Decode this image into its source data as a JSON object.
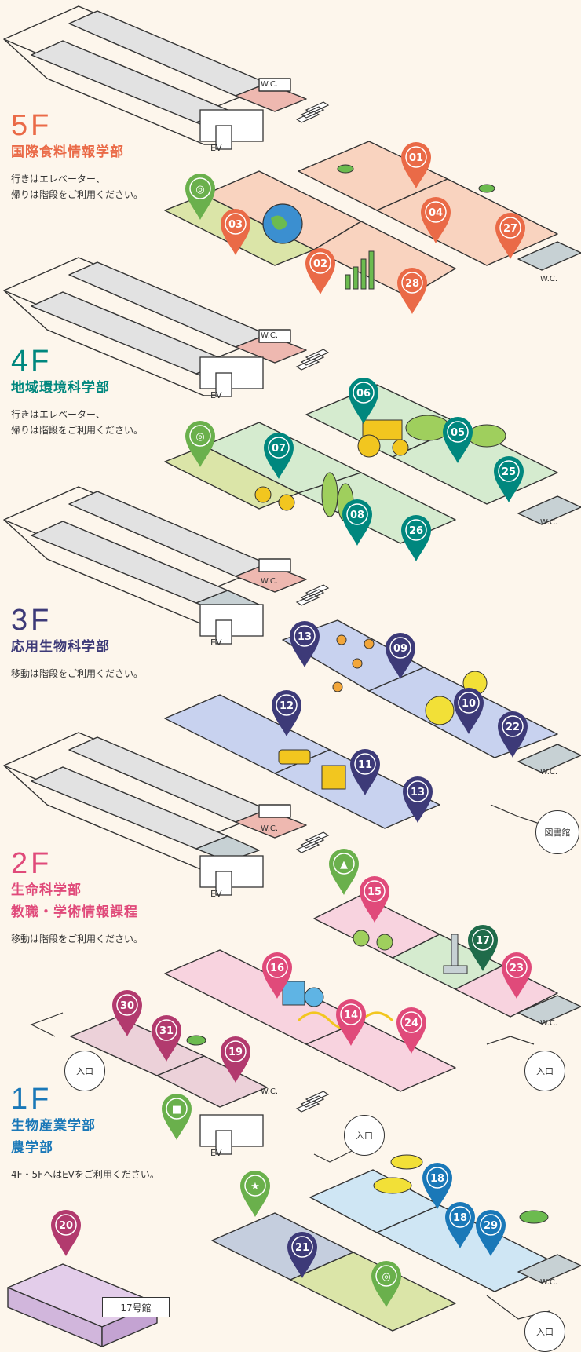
{
  "floors": [
    {
      "id": "5F",
      "label": "5F",
      "dept_lines": [
        "国際食料情報学部"
      ],
      "note_lines": [
        "行きはエレベーター、",
        "帰りは階段をご利用ください。"
      ],
      "color": "#ea6a47"
    },
    {
      "id": "4F",
      "label": "4F",
      "dept_lines": [
        "地域環境科学部"
      ],
      "note_lines": [
        "行きはエレベーター、",
        "帰りは階段をご利用ください。"
      ],
      "color": "#00877e"
    },
    {
      "id": "3F",
      "label": "3F",
      "dept_lines": [
        "応用生物科学部"
      ],
      "note_lines": [
        "移動は階段をご利用ください。"
      ],
      "color": "#3d3a78"
    },
    {
      "id": "2F",
      "label": "2F",
      "dept_lines": [
        "生命科学部",
        "教職・学術情報課程"
      ],
      "note_lines": [
        "移動は階段をご利用ください。"
      ],
      "color": "#e04a7a"
    },
    {
      "id": "1F",
      "label": "1F",
      "dept_lines": [
        "生物産業学部",
        "農学部"
      ],
      "note_lines": [
        "4F・5FへはEVをご利用ください。"
      ],
      "color": "#1a78b8"
    }
  ],
  "labels": {
    "wc": "W.C.",
    "ev": "EV",
    "entrance": "入口",
    "library": "図書館",
    "building17": "17号館"
  },
  "pins": [
    {
      "label": "01",
      "color": "#ea6a47"
    },
    {
      "label": "04",
      "color": "#ea6a47"
    },
    {
      "label": "27",
      "color": "#ea6a47"
    },
    {
      "label": "03",
      "color": "#ea6a47"
    },
    {
      "label": "02",
      "color": "#ea6a47"
    },
    {
      "label": "28",
      "color": "#ea6a47"
    },
    {
      "label": "◎",
      "color": "#6ab04c",
      "icon": "target-icon"
    },
    {
      "label": "06",
      "color": "#00877e"
    },
    {
      "label": "05",
      "color": "#00877e"
    },
    {
      "label": "25",
      "color": "#00877e"
    },
    {
      "label": "07",
      "color": "#00877e"
    },
    {
      "label": "08",
      "color": "#00877e"
    },
    {
      "label": "26",
      "color": "#00877e"
    },
    {
      "label": "◎",
      "color": "#6ab04c",
      "icon": "target-icon"
    },
    {
      "label": "13",
      "color": "#3d3a78"
    },
    {
      "label": "09",
      "color": "#3d3a78"
    },
    {
      "label": "10",
      "color": "#3d3a78"
    },
    {
      "label": "22",
      "color": "#3d3a78"
    },
    {
      "label": "12",
      "color": "#3d3a78"
    },
    {
      "label": "11",
      "color": "#3d3a78"
    },
    {
      "label": "13",
      "color": "#3d3a78"
    },
    {
      "label": "▲",
      "color": "#6ab04c",
      "icon": "triangle-icon"
    },
    {
      "label": "15",
      "color": "#e04a7a"
    },
    {
      "label": "17",
      "color": "#1f6b4a"
    },
    {
      "label": "23",
      "color": "#e04a7a"
    },
    {
      "label": "16",
      "color": "#e04a7a"
    },
    {
      "label": "14",
      "color": "#e04a7a"
    },
    {
      "label": "24",
      "color": "#e04a7a"
    },
    {
      "label": "30",
      "color": "#b23a6e"
    },
    {
      "label": "31",
      "color": "#b23a6e"
    },
    {
      "label": "19",
      "color": "#b23a6e"
    },
    {
      "label": "■",
      "color": "#6ab04c",
      "icon": "square-icon"
    },
    {
      "label": "★",
      "color": "#6ab04c",
      "icon": "star-icon"
    },
    {
      "label": "18",
      "color": "#1a78b8"
    },
    {
      "label": "18",
      "color": "#1a78b8"
    },
    {
      "label": "29",
      "color": "#1a78b8"
    },
    {
      "label": "21",
      "color": "#3d3a78"
    },
    {
      "label": "◎",
      "color": "#6ab04c",
      "icon": "target-icon"
    },
    {
      "label": "20",
      "color": "#b23a6e"
    }
  ]
}
